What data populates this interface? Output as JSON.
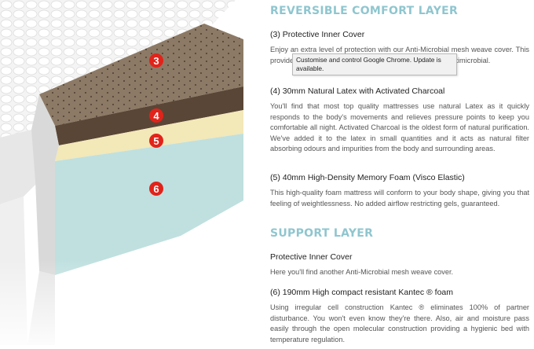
{
  "sections": {
    "reversible_title": "REVERSIBLE COMFORT LAYER",
    "support_title": "SUPPORT LAYER"
  },
  "items": [
    {
      "title": "(3)  Protective Inner Cover",
      "body": "Enjoy an extra level of protection with our Anti-Microbial mesh weave cover. This provides a barrier that is hypoallergenic, antibacterial & antimicrobial."
    },
    {
      "title": "(4)  30mm Natural Latex with Activated Charcoal",
      "body": "You'll find that most top quality mattresses use natural Latex as it quickly responds to the body's movements and relieves pressure points to keep you comfortable all night. Activated Charcoal is the oldest form of natural purification. We've added it to the latex in small quantities and it acts as natural filter absorbing odours and impurities from the body and surrounding areas."
    },
    {
      "title": "(5)  40mm High-Density Memory Foam (Visco Elastic)",
      "body": "This high-quality foam mattress will conform to your body shape, giving you that feeling of weightlessness. No added airflow restricting gels, guaranteed."
    },
    {
      "title": "Protective Inner Cover",
      "body": "Here you'll find another Anti-Microbial mesh weave cover."
    },
    {
      "title": "(6)  190mm High compact resistant Kantec ® foam",
      "body": "Using irregular cell construction Kantec ® eliminates 100% of partner disturbance. You won't even know they're there. Also, air and moisture pass easily through the open molecular construction providing a hygienic bed with temperature regulation."
    }
  ],
  "tooltip": {
    "text": "Customise and control Google Chrome. Update is available."
  },
  "markers": [
    {
      "label": "3",
      "color": "#e2231a"
    },
    {
      "label": "4",
      "color": "#e2231a"
    },
    {
      "label": "5",
      "color": "#e2231a"
    },
    {
      "label": "6",
      "color": "#e2231a"
    }
  ],
  "colors": {
    "accent": "#8fc6cf",
    "latex_layer": "#8c7a66",
    "charcoal_layer": "#5a4636",
    "memory_foam_layer": "#f3e8b8",
    "kantec_layer": "#bfe0df",
    "marker": "#e2231a"
  }
}
